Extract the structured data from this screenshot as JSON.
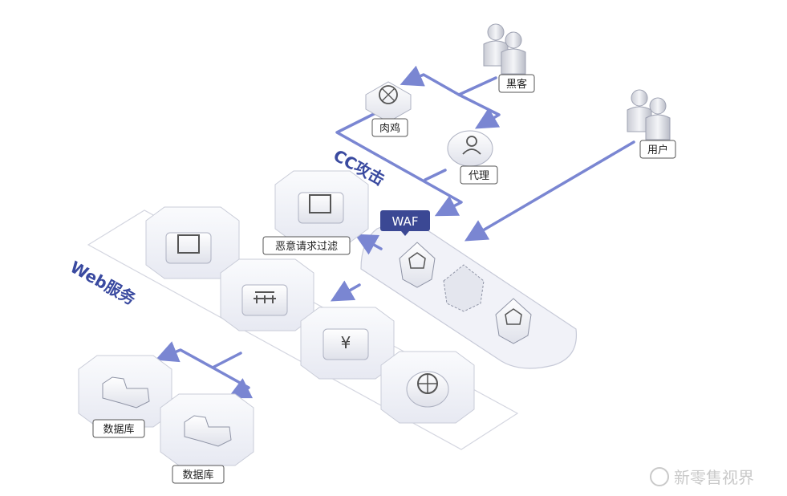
{
  "nodes": {
    "hacker": "黑客",
    "zombie": "肉鸡",
    "proxy": "代理",
    "user": "用户",
    "waf": "WAF",
    "filter": "恶意请求过滤",
    "database_1": "数据库",
    "database_2": "数据库"
  },
  "groups": {
    "cc_attack": "CC攻击",
    "web_service": "Web服务"
  },
  "watermark": "新零售视界",
  "colors": {
    "arrow": "#7a86d2",
    "waf_badge": "#3b4894",
    "group_label": "#3a4aa0",
    "panel": "#f1f2f8"
  }
}
